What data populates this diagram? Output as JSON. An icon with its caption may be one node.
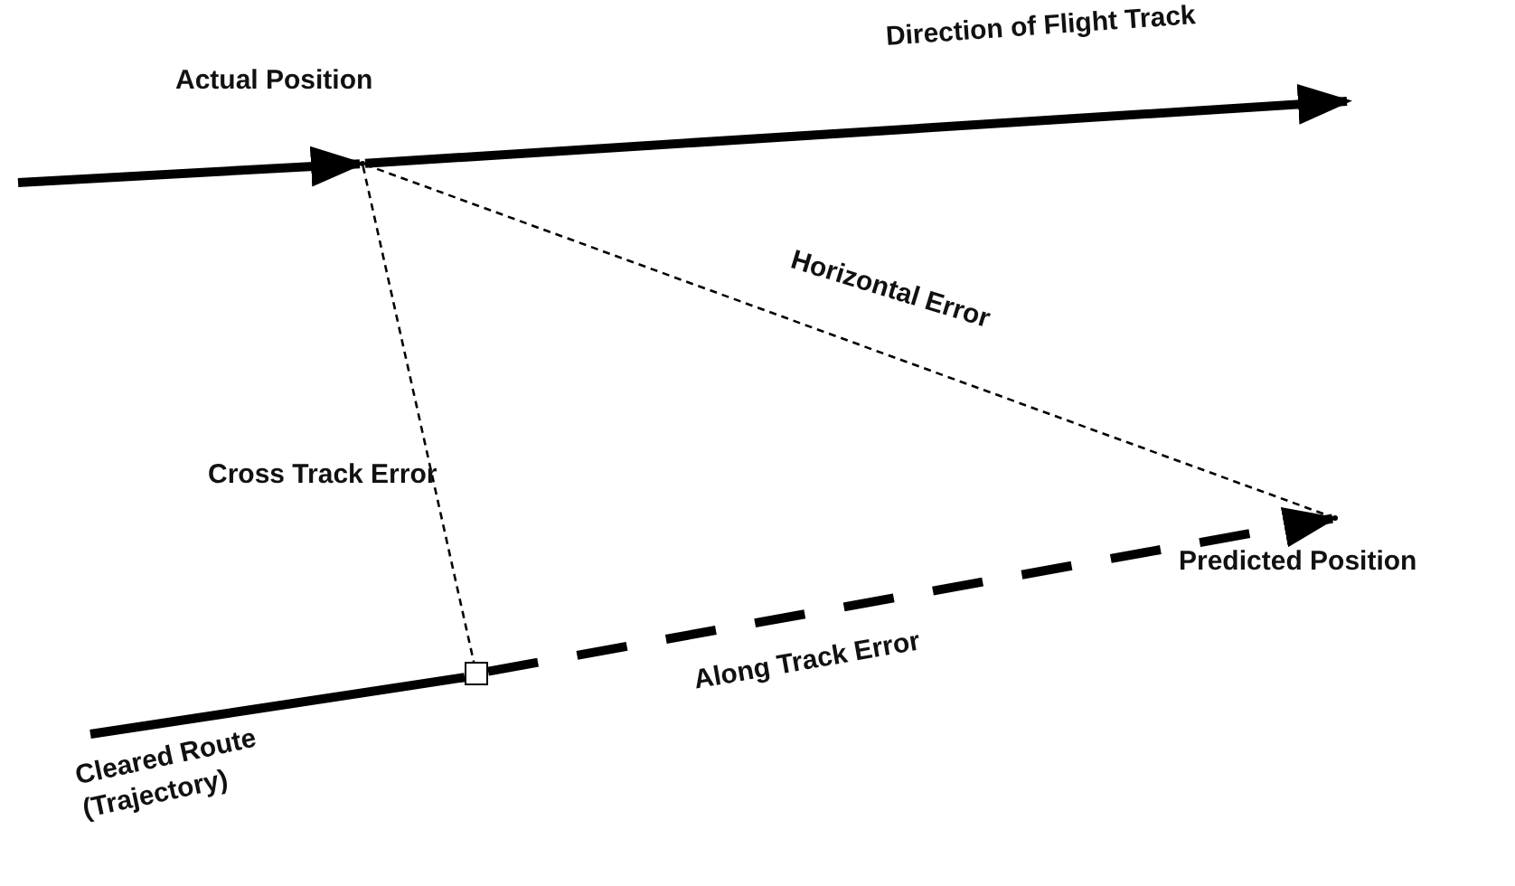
{
  "diagram": {
    "nodes": [
      {
        "text": [],
        "shape": "point",
        "beside": [
          "Actual Position"
        ]
      },
      {
        "text": [],
        "shape": "point",
        "beside": [
          "Predicted Position"
        ]
      },
      {
        "text": [],
        "shape": "box"
      },
      {
        "text": [
          "Cleared Route (Trajectory)"
        ]
      }
    ],
    "edges": [
      {
        "from": null,
        "to": 0,
        "arrow": "to"
      },
      {
        "from": 0,
        "to": null,
        "arrow": "to",
        "label": "Direction of Flight Track"
      },
      {
        "from": 0,
        "to": 1,
        "arrow": "none",
        "style": "dashed",
        "label": "Horizontal Error"
      },
      {
        "from": 0,
        "to": 2,
        "arrow": "none",
        "style": "dashed",
        "label": "Cross Track Error"
      },
      {
        "from": 3,
        "to": 2,
        "arrow": "none"
      },
      {
        "from": 2,
        "to": 1,
        "arrow": "to",
        "style": "dashed",
        "label": "Along Track Error"
      }
    ]
  }
}
